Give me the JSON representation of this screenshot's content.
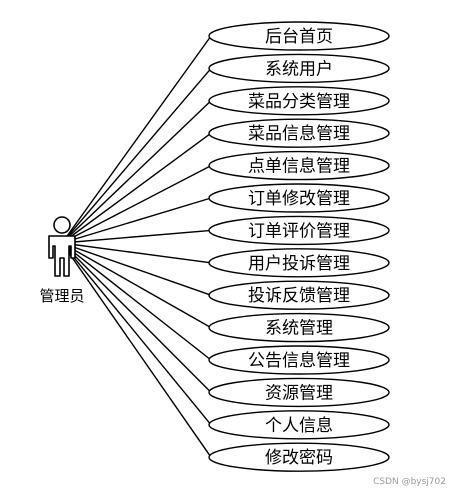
{
  "diagram": {
    "actor": {
      "label": "管理员",
      "icon": "person-icon"
    },
    "use_cases": [
      "后台首页",
      "系统用户",
      "菜品分类管理",
      "菜品信息管理",
      "点单信息管理",
      "订单修改管理",
      "订单评价管理",
      "用户投诉管理",
      "投诉反馈管理",
      "系统管理",
      "公告信息管理",
      "资源管理",
      "个人信息",
      "修改密码"
    ],
    "watermark": "CSDN @bysj702",
    "colors": {
      "stroke": "#000000",
      "background": "#ffffff",
      "watermark": "#9a9a9a"
    }
  }
}
